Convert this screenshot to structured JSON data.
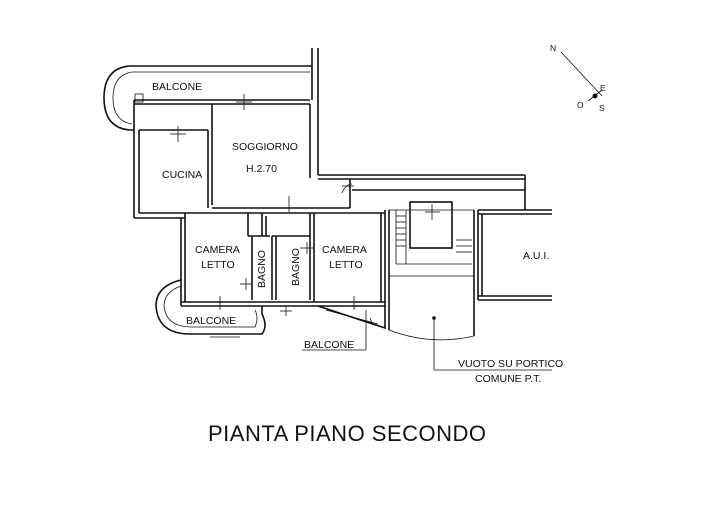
{
  "plan": {
    "title": "PIANTA PIANO SECONDO",
    "rooms": {
      "balcone_top": "BALCONE",
      "soggiorno": "SOGGIORNO",
      "soggiorno_height": "H.2.70",
      "cucina": "CUCINA",
      "camera_left_1": "CAMERA",
      "camera_left_2": "LETTO",
      "bagno_1": "BAGNO",
      "bagno_2": "BAGNO",
      "camera_right_1": "CAMERA",
      "camera_right_2": "LETTO",
      "aui": "A.U.I.",
      "balcone_left": "BALCONE",
      "balcone_bottom": "BALCONE"
    },
    "notes": {
      "vuoto_1": "VUOTO SU PORTICO",
      "vuoto_2": "COMUNE P.T."
    },
    "compass": {
      "n": "N",
      "e": "E",
      "o": "O",
      "s": "S"
    }
  }
}
